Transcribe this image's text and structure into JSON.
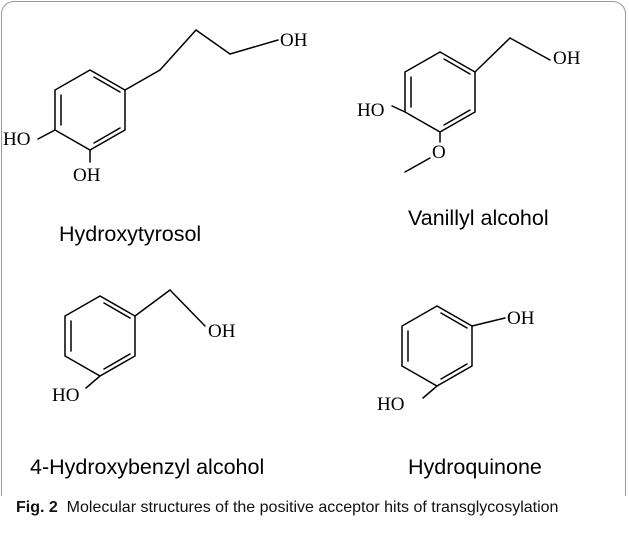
{
  "figure": {
    "compounds": [
      {
        "name": "Hydroxytyrosol",
        "groups": [
          "OH",
          "HO",
          "OH"
        ]
      },
      {
        "name": "Vanillyl alcohol",
        "groups": [
          "OH",
          "HO",
          "O"
        ]
      },
      {
        "name": "4-Hydroxybenzyl alcohol",
        "groups": [
          "OH",
          "HO"
        ]
      },
      {
        "name": "Hydroquinone",
        "groups": [
          "OH",
          "HO"
        ]
      }
    ],
    "caption": {
      "label": "Fig. 2",
      "text": "Molecular structures of the positive acceptor hits of transglycosylation"
    }
  }
}
